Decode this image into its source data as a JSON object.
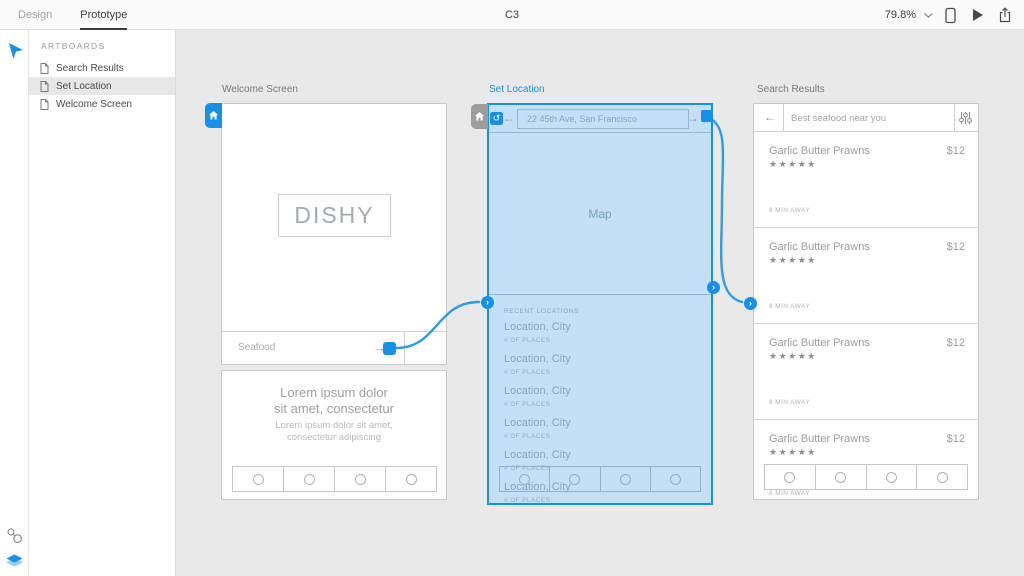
{
  "topbar": {
    "tab_design": "Design",
    "tab_prototype": "Prototype",
    "document_title": "C3",
    "zoom_level": "79.8%"
  },
  "sidebar": {
    "header": "ARTBOARDS",
    "items": [
      {
        "label": "Search Results"
      },
      {
        "label": "Set Location"
      },
      {
        "label": "Welcome Screen"
      }
    ]
  },
  "artboards": {
    "welcome": {
      "label": "Welcome Screen",
      "logo": "DISHY",
      "search_field": "Seafood",
      "arrow": "→",
      "headline_line1": "Lorem ipsum dolor",
      "headline_line2": "sit amet, consectetur",
      "subtext_line1": "Lorem ipsum dolor sit amet,",
      "subtext_line2": "consectetur adipiscing"
    },
    "set_location": {
      "label": "Set Location",
      "undo_icon": "↺",
      "back_arrow": "←",
      "address": "22 45th Ave, San Francisco",
      "forward_arrow": "→",
      "map_label": "Map",
      "recent_header": "RECENT LOCATIONS",
      "locations": [
        {
          "name": "Location, City",
          "meta": "# OF PLACES"
        },
        {
          "name": "Location, City",
          "meta": "# OF PLACES"
        },
        {
          "name": "Location, City",
          "meta": "# OF PLACES"
        },
        {
          "name": "Location, City",
          "meta": "# OF PLACES"
        },
        {
          "name": "Location, City",
          "meta": "# OF PLACES"
        },
        {
          "name": "Location, City",
          "meta": "# OF PLACES"
        }
      ]
    },
    "search_results": {
      "label": "Search Results",
      "back_arrow": "←",
      "query": "Best seafood near you",
      "items": [
        {
          "name": "Garlic Butter Prawns",
          "price": "$12",
          "stars": "★★★★★",
          "meta": "8 MIN AWAY"
        },
        {
          "name": "Garlic Butter Prawns",
          "price": "$12",
          "stars": "★★★★★",
          "meta": "8 MIN AWAY"
        },
        {
          "name": "Garlic Butter Prawns",
          "price": "$12",
          "stars": "★★★★★",
          "meta": "8 MIN AWAY"
        },
        {
          "name": "Garlic Butter Prawns",
          "price": "$12",
          "stars": "★★★★★",
          "meta": "8 MIN AWAY"
        }
      ]
    }
  },
  "connections": {
    "chevron": "›"
  },
  "icons": {
    "home-icon": "house",
    "device-preview-icon": "phone",
    "play-icon": "triangle",
    "share-icon": "box-arrow-up",
    "select-tool-icon": "cursor-arrow",
    "assets-link-icon": "linked-circles",
    "layers-icon": "stacked-layers",
    "artboard-doc-icon": "page",
    "filter-icon": "sliders"
  },
  "colors": {
    "accent": "#1790e8",
    "wire": "#2e9de9",
    "selection_tint": "rgba(96,173,235,0.38)"
  }
}
